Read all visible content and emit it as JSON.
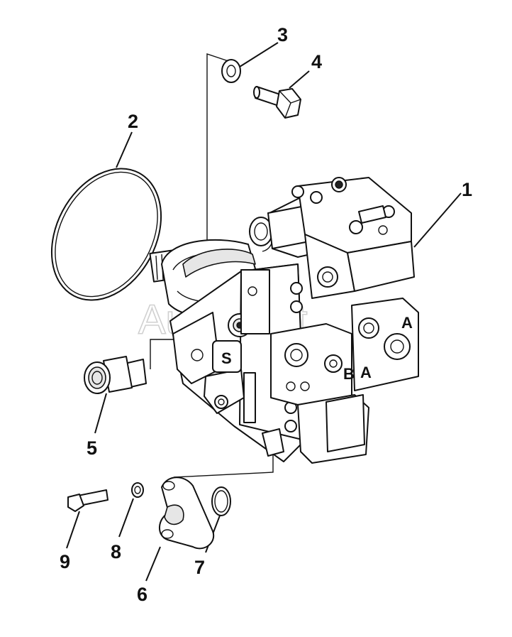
{
  "diagram": {
    "watermark": "Auto Soft",
    "callouts": [
      {
        "id": "1",
        "label": "1"
      },
      {
        "id": "2",
        "label": "2"
      },
      {
        "id": "3",
        "label": "3"
      },
      {
        "id": "4",
        "label": "4"
      },
      {
        "id": "5",
        "label": "5"
      },
      {
        "id": "6",
        "label": "6"
      },
      {
        "id": "7",
        "label": "7"
      },
      {
        "id": "8",
        "label": "8"
      },
      {
        "id": "9",
        "label": "9"
      }
    ],
    "body_markings": {
      "port_a": "A",
      "port_b": "B",
      "port_a_side": "A",
      "logo": "S"
    }
  }
}
